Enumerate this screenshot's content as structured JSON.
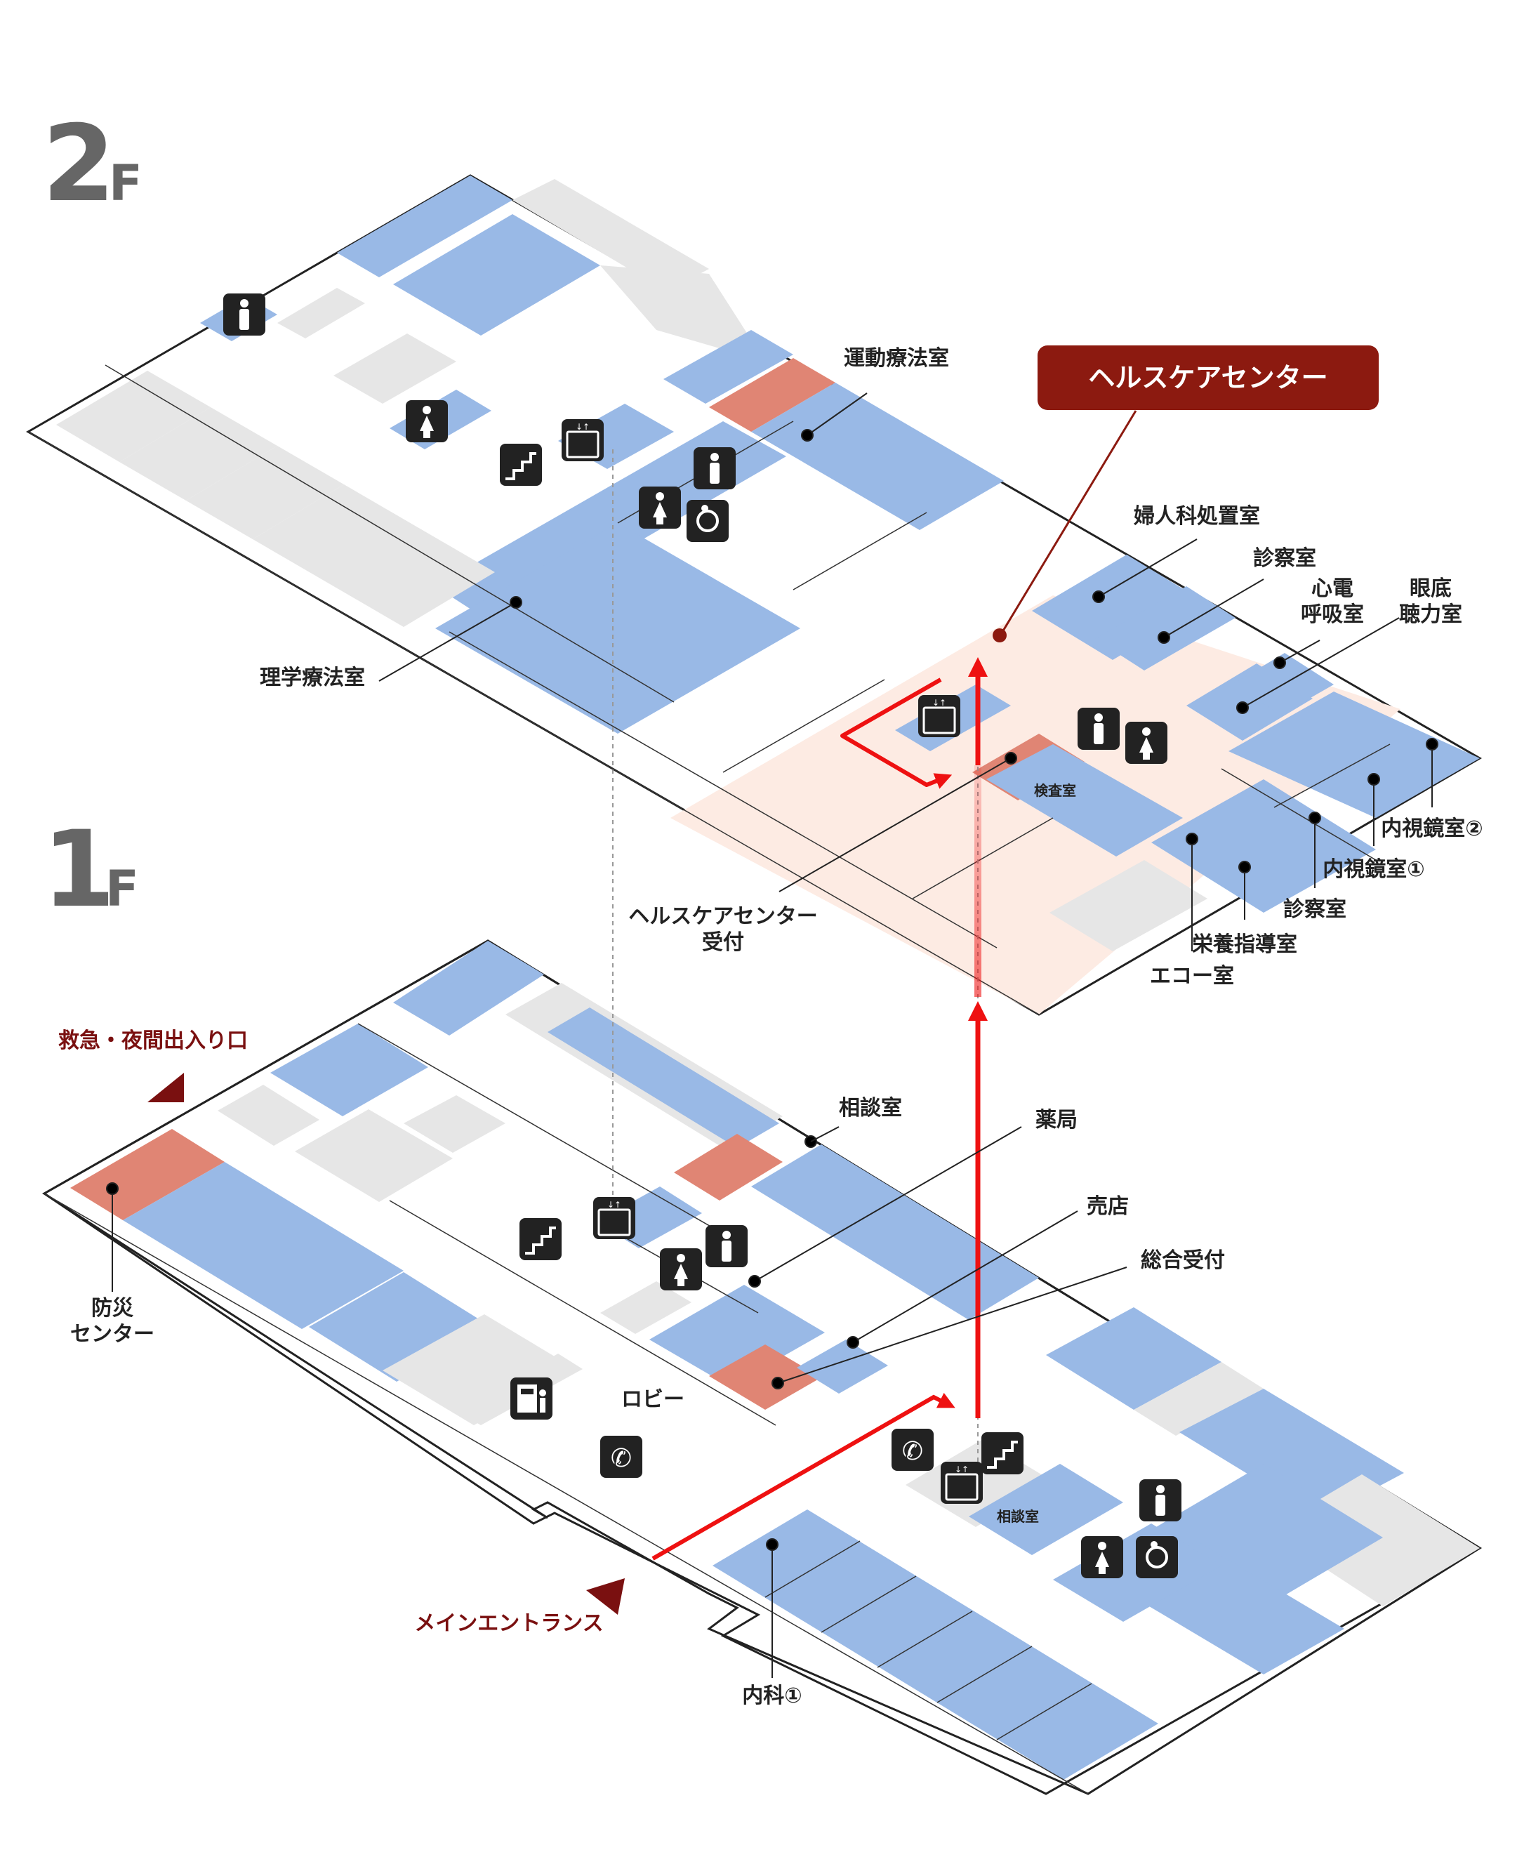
{
  "floors": {
    "second": {
      "number": "2",
      "suffix": "F"
    },
    "first": {
      "number": "1",
      "suffix": "F"
    }
  },
  "colors": {
    "room_blue": "#99b9e6",
    "room_gray": "#e6e6e6",
    "room_red": "#e08574",
    "highlight_zone": "#fdebe3",
    "route_red": "#ee1111",
    "callout_dark_red": "#8c1a10",
    "entrance_marker": "#7a1010",
    "icon_bg": "#222222"
  },
  "callout": {
    "label": "ヘルスケアセンター"
  },
  "labels_2f": {
    "undo": "運動療法室",
    "fujinka": "婦人科処置室",
    "shinsatsu_a": "診察室",
    "shinden_1": "心電",
    "shinden_2": "呼吸室",
    "gantei_1": "眼底",
    "gantei_2": "聴力室",
    "rigaku": "理学療法室",
    "kensa": "検査室",
    "naishi2": "内視鏡室②",
    "naishi1": "内視鏡室①",
    "hc_uketsuke_1": "ヘルスケアセンター",
    "hc_uketsuke_2": "受付",
    "shinsatsu_b": "診察室",
    "eiyo": "栄養指導室",
    "echo": "エコー室"
  },
  "labels_1f": {
    "kyukyu": "救急・夜間出入り口",
    "sodan_a": "相談室",
    "yakkyoku": "薬局",
    "baiten": "売店",
    "sogo": "総合受付",
    "bosai_1": "防災",
    "bosai_2": "センター",
    "lobby": "ロビー",
    "sodan_b": "相談室",
    "main_entrance": "メインエントランス",
    "naika": "内科①"
  },
  "icons": {
    "male": "male-restroom-icon",
    "female": "female-restroom-icon",
    "wheelchair": "accessible-restroom-icon",
    "elevator": "elevator-icon",
    "stairs": "stairs-icon",
    "phone": "telephone-icon",
    "atm": "atm-icon"
  }
}
